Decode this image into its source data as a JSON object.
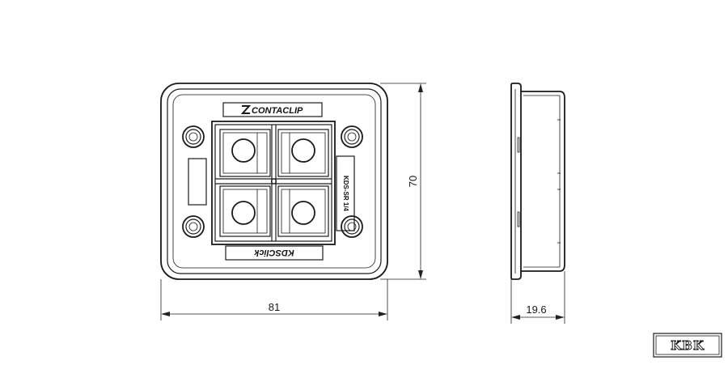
{
  "dimensions": {
    "width": "81",
    "height": "70",
    "depth": "19.6"
  },
  "labels": {
    "brand_top": "CONTACLIP",
    "brand_bottom": "KDSClick",
    "model": "KDS-SR 1/4"
  },
  "logo": {
    "text": "KBK"
  }
}
